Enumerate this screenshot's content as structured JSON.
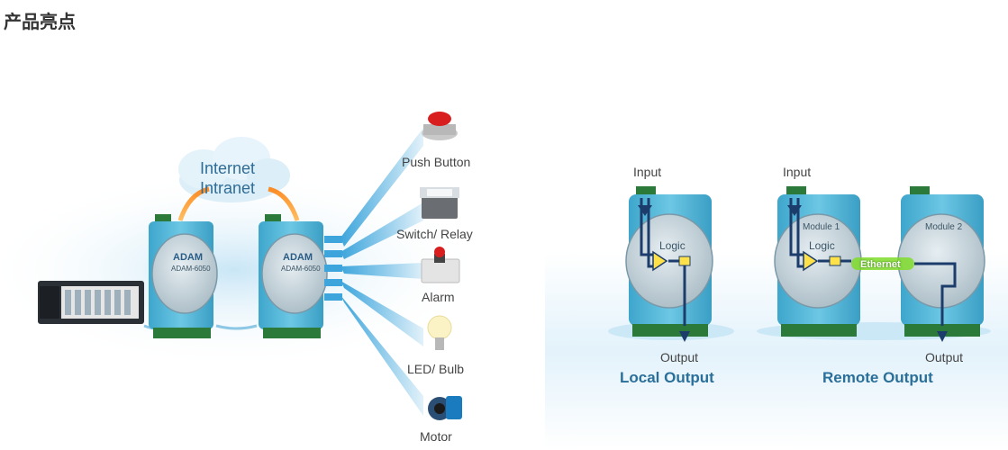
{
  "header": {
    "title": "产品亮点"
  },
  "left": {
    "cloud": {
      "line1": "Internet",
      "line2": "Intranet"
    },
    "module": {
      "brand": "ADAM",
      "model": "ADAM-6050"
    },
    "outputs": [
      {
        "label": "Push Button",
        "icon": "push-button-icon"
      },
      {
        "label": "Switch/ Relay",
        "icon": "relay-icon"
      },
      {
        "label": "Alarm",
        "icon": "alarm-icon"
      },
      {
        "label": "LED/ Bulb",
        "icon": "bulb-icon"
      },
      {
        "label": "Motor",
        "icon": "motor-icon"
      }
    ]
  },
  "right": {
    "local": {
      "input": "Input",
      "logic": "Logic",
      "output": "Output",
      "title": "Local Output"
    },
    "remote": {
      "input": "Input",
      "module1": "Module 1",
      "module2": "Module 2",
      "logic": "Logic",
      "link": "Ethernet",
      "output": "Output",
      "title": "Remote Output"
    }
  },
  "colors": {
    "module": "#5bb8d8",
    "title": "#2a6f9a",
    "link": "#7fdc2a"
  }
}
